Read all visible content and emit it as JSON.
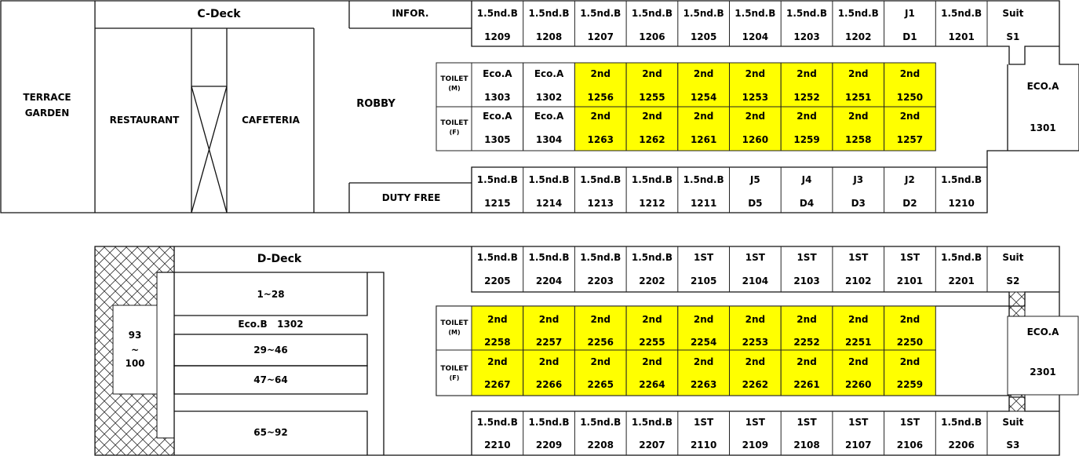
{
  "colors": {
    "highlight": "#ffff00",
    "line": "#111111"
  },
  "c_deck": {
    "title": "C-Deck",
    "terrace": [
      "TERRACE",
      "GARDEN"
    ],
    "restaurant": "RESTAURANT",
    "cafeteria": "CAFETERIA",
    "robby": "ROBBY",
    "infor": "INFOR.",
    "duty_free": "DUTY FREE",
    "toilet_m": [
      "TOILET",
      "(M)"
    ],
    "toilet_f": [
      "TOILET",
      "(F)"
    ],
    "eco_side": {
      "type": "ECO.A",
      "num": "1301"
    },
    "top_row": [
      {
        "type": "1.5nd.B",
        "num": "1209"
      },
      {
        "type": "1.5nd.B",
        "num": "1208"
      },
      {
        "type": "1.5nd.B",
        "num": "1207"
      },
      {
        "type": "1.5nd.B",
        "num": "1206"
      },
      {
        "type": "1.5nd.B",
        "num": "1205"
      },
      {
        "type": "1.5nd.B",
        "num": "1204"
      },
      {
        "type": "1.5nd.B",
        "num": "1203"
      },
      {
        "type": "1.5nd.B",
        "num": "1202"
      },
      {
        "type": "J1",
        "num": "D1"
      },
      {
        "type": "1.5nd.B",
        "num": "1201"
      },
      {
        "type": "Suit",
        "num": "S1"
      }
    ],
    "mid_row1": [
      {
        "type": "Eco.A",
        "num": "1303",
        "hl": false
      },
      {
        "type": "Eco.A",
        "num": "1302",
        "hl": false
      },
      {
        "type": "2nd",
        "num": "1256",
        "hl": true
      },
      {
        "type": "2nd",
        "num": "1255",
        "hl": true
      },
      {
        "type": "2nd",
        "num": "1254",
        "hl": true
      },
      {
        "type": "2nd",
        "num": "1253",
        "hl": true
      },
      {
        "type": "2nd",
        "num": "1252",
        "hl": true
      },
      {
        "type": "2nd",
        "num": "1251",
        "hl": true
      },
      {
        "type": "2nd",
        "num": "1250",
        "hl": true
      }
    ],
    "mid_row2": [
      {
        "type": "Eco.A",
        "num": "1305",
        "hl": false
      },
      {
        "type": "Eco.A",
        "num": "1304",
        "hl": false
      },
      {
        "type": "2nd",
        "num": "1263",
        "hl": true
      },
      {
        "type": "2nd",
        "num": "1262",
        "hl": true
      },
      {
        "type": "2nd",
        "num": "1261",
        "hl": true
      },
      {
        "type": "2nd",
        "num": "1260",
        "hl": true
      },
      {
        "type": "2nd",
        "num": "1259",
        "hl": true
      },
      {
        "type": "2nd",
        "num": "1258",
        "hl": true
      },
      {
        "type": "2nd",
        "num": "1257",
        "hl": true
      }
    ],
    "bottom_row": [
      {
        "type": "1.5nd.B",
        "num": "1215"
      },
      {
        "type": "1.5nd.B",
        "num": "1214"
      },
      {
        "type": "1.5nd.B",
        "num": "1213"
      },
      {
        "type": "1.5nd.B",
        "num": "1212"
      },
      {
        "type": "1.5nd.B",
        "num": "1211"
      },
      {
        "type": "J5",
        "num": "D5"
      },
      {
        "type": "J4",
        "num": "D4"
      },
      {
        "type": "J3",
        "num": "D3"
      },
      {
        "type": "J2",
        "num": "D2"
      },
      {
        "type": "1.5nd.B",
        "num": "1210"
      }
    ]
  },
  "d_deck": {
    "title": "D-Deck",
    "seats_1": "1~28",
    "eco_b": "Eco.B   1302",
    "seats_2": "29~46",
    "seats_3": "47~64",
    "seats_4": "65~92",
    "seats_5": [
      "93",
      "~",
      "100"
    ],
    "toilet_m": [
      "TOILET",
      "(M)"
    ],
    "toilet_f": [
      "TOILET",
      "(F)"
    ],
    "eco_side": {
      "type": "ECO.A",
      "num": "2301"
    },
    "top_row": [
      {
        "type": "1.5nd.B",
        "num": "2205"
      },
      {
        "type": "1.5nd.B",
        "num": "2204"
      },
      {
        "type": "1.5nd.B",
        "num": "2203"
      },
      {
        "type": "1.5nd.B",
        "num": "2202"
      },
      {
        "type": "1ST",
        "num": "2105"
      },
      {
        "type": "1ST",
        "num": "2104"
      },
      {
        "type": "1ST",
        "num": "2103"
      },
      {
        "type": "1ST",
        "num": "2102"
      },
      {
        "type": "1ST",
        "num": "2101"
      },
      {
        "type": "1.5nd.B",
        "num": "2201"
      },
      {
        "type": "Suit",
        "num": "S2"
      }
    ],
    "mid_row1": [
      {
        "type": "2nd",
        "num": "2258",
        "hl": true
      },
      {
        "type": "2nd",
        "num": "2257",
        "hl": true
      },
      {
        "type": "2nd",
        "num": "2256",
        "hl": true
      },
      {
        "type": "2nd",
        "num": "2255",
        "hl": true
      },
      {
        "type": "2nd",
        "num": "2254",
        "hl": true
      },
      {
        "type": "2nd",
        "num": "2253",
        "hl": true
      },
      {
        "type": "2nd",
        "num": "2252",
        "hl": true
      },
      {
        "type": "2nd",
        "num": "2251",
        "hl": true
      },
      {
        "type": "2nd",
        "num": "2250",
        "hl": true
      }
    ],
    "mid_row2": [
      {
        "type": "2nd",
        "num": "2267",
        "hl": true
      },
      {
        "type": "2nd",
        "num": "2266",
        "hl": true
      },
      {
        "type": "2nd",
        "num": "2265",
        "hl": true
      },
      {
        "type": "2nd",
        "num": "2264",
        "hl": true
      },
      {
        "type": "2nd",
        "num": "2263",
        "hl": true
      },
      {
        "type": "2nd",
        "num": "2262",
        "hl": true
      },
      {
        "type": "2nd",
        "num": "2261",
        "hl": true
      },
      {
        "type": "2nd",
        "num": "2260",
        "hl": true
      },
      {
        "type": "2nd",
        "num": "2259",
        "hl": true
      }
    ],
    "bottom_row": [
      {
        "type": "1.5nd.B",
        "num": "2210"
      },
      {
        "type": "1.5nd.B",
        "num": "2209"
      },
      {
        "type": "1.5nd.B",
        "num": "2208"
      },
      {
        "type": "1.5nd.B",
        "num": "2207"
      },
      {
        "type": "1ST",
        "num": "2110"
      },
      {
        "type": "1ST",
        "num": "2109"
      },
      {
        "type": "1ST",
        "num": "2108"
      },
      {
        "type": "1ST",
        "num": "2107"
      },
      {
        "type": "1ST",
        "num": "2106"
      },
      {
        "type": "1.5nd.B",
        "num": "2206"
      },
      {
        "type": "Suit",
        "num": "S3"
      }
    ]
  }
}
